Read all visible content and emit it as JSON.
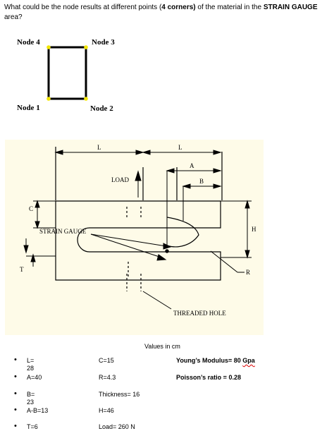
{
  "question": {
    "prefix": "What could be the node results at different points (",
    "bold1": "4 corners)",
    "middle": " of the material in the ",
    "bold2": "STRAIN GAUGE",
    "suffix": "area?"
  },
  "nodes": {
    "node1": "Node 1",
    "node2": "Node 2",
    "node3": "Node 3",
    "node4": "Node 4"
  },
  "figure": {
    "L_left": "L",
    "L_right": "L",
    "A": "A",
    "B": "B",
    "load": "LOAD",
    "C": "C",
    "H": "H",
    "T": "T",
    "R": "R",
    "strain_gauge": "STRAIN GAUGE",
    "threaded_hole": "THREADED HOLE"
  },
  "units_note": "Values in cm",
  "values": {
    "col1": [
      "L= 28",
      "A=40",
      "B= 23",
      "A-B=13",
      "T=6"
    ],
    "col2": [
      "C=15",
      "R=4.3",
      "Thickness= 16",
      "H=46",
      "Load= 260 N"
    ],
    "youngs_prefix": "Young’s Modulus= 80 ",
    "youngs_unit": "Gpa",
    "poisson": "Poisson’s ratio = 0.28"
  }
}
